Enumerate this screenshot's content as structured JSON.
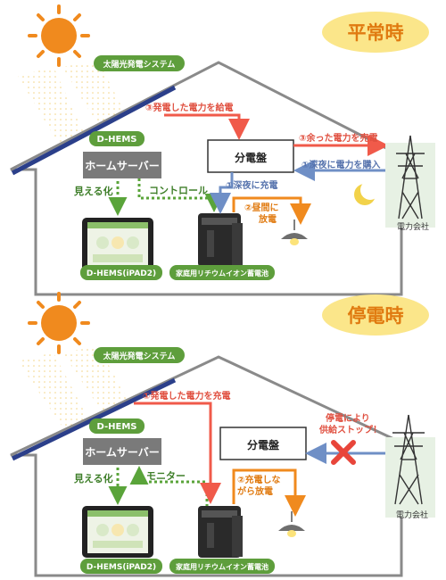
{
  "colors": {
    "red": "#f05a4a",
    "blue": "#6f8fc6",
    "orange": "#f08a1e",
    "green": "#5aa43a",
    "dark_green": "#3f7f2a",
    "house_fill": "#ffffff",
    "roof_line": "#8a8a8a",
    "label_green": "#5e9e3c",
    "title_yellow": "#fbe68a"
  },
  "sections": [
    {
      "title": "平常時",
      "solar_label": "太陽光発電システム",
      "dhems_label": "D-HEMS",
      "home_server": "ホームサーバー",
      "visualize": "見える化",
      "server_link": "コントロール",
      "ipad_label": "D-HEMS(iPAD2)",
      "battery_label": "家庭用リチウムイオン蓄電池",
      "panel_label": "分電盤",
      "flow_generate": "③発電した電力を給電",
      "flow_sell": "③余った電力を売電",
      "flow_buy": "①深夜に電力を購入",
      "flow_charge": "①深夜に充電",
      "flow_discharge_1": "②昼間に",
      "flow_discharge_2": "放電",
      "power_company": "電力会社"
    },
    {
      "title": "停電時",
      "solar_label": "太陽光発電システム",
      "dhems_label": "D-HEMS",
      "home_server": "ホームサーバー",
      "visualize": "見える化",
      "server_link": "モニター",
      "ipad_label": "D-HEMS(iPAD2)",
      "battery_label": "家庭用リチウムイオン蓄電池",
      "panel_label": "分電盤",
      "flow_generate": "①発電した電力を充電",
      "outage_1": "停電により",
      "outage_2": "供給ストップ！",
      "flow_discharge_1": "②充電しな",
      "flow_discharge_2": "がら放電",
      "power_company": "電力会社"
    }
  ]
}
